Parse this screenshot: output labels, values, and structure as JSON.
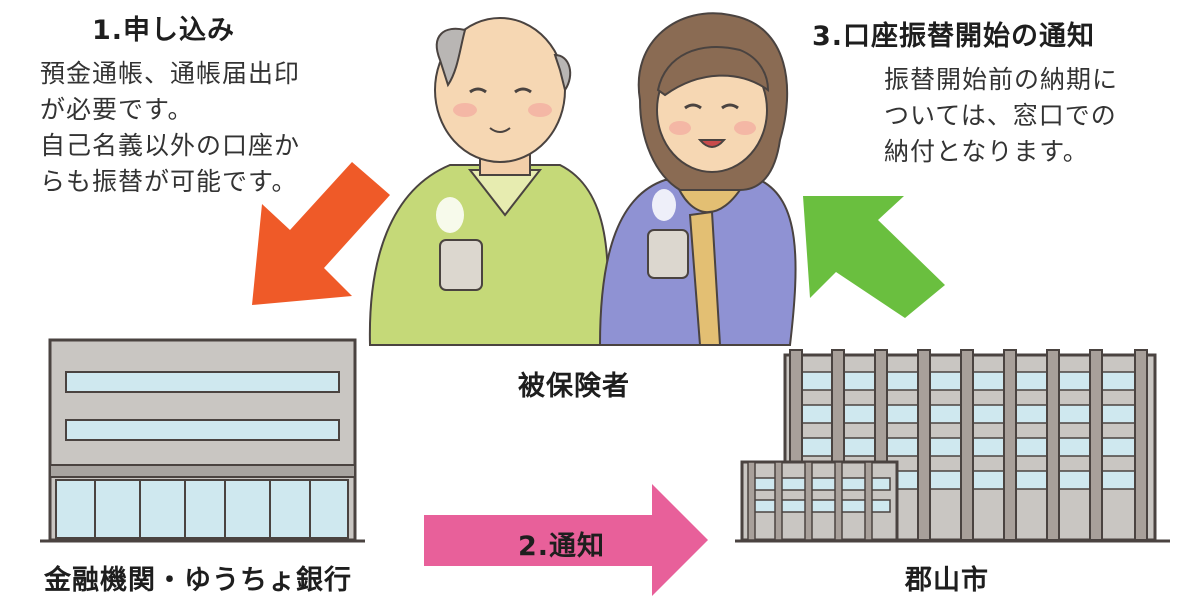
{
  "step1": {
    "title": "1.申し込み",
    "lines": [
      "預金通帳、通帳届出印",
      "が必要です。",
      "自己名義以外の口座か",
      "らも振替が可能です。"
    ]
  },
  "step2": {
    "title": "2.通知"
  },
  "step3": {
    "title": "3.口座振替開始の通知",
    "lines": [
      "振替開始前の納期に",
      "ついては、窓口での",
      "納付となります。"
    ]
  },
  "labels": {
    "insured": "被保険者",
    "bank": "金融機関・ゆうちょ銀行",
    "city": "郡山市"
  },
  "colors": {
    "arrow_step1": "#ef5a28",
    "arrow_step2": "#e8609a",
    "arrow_step3": "#6abf3f",
    "building_fill": "#c9c6c2",
    "building_outline": "#4a4340",
    "window": "#cfe8ef"
  },
  "icons": [
    "elderly-man",
    "elderly-woman",
    "bank-building",
    "city-hall-building"
  ]
}
